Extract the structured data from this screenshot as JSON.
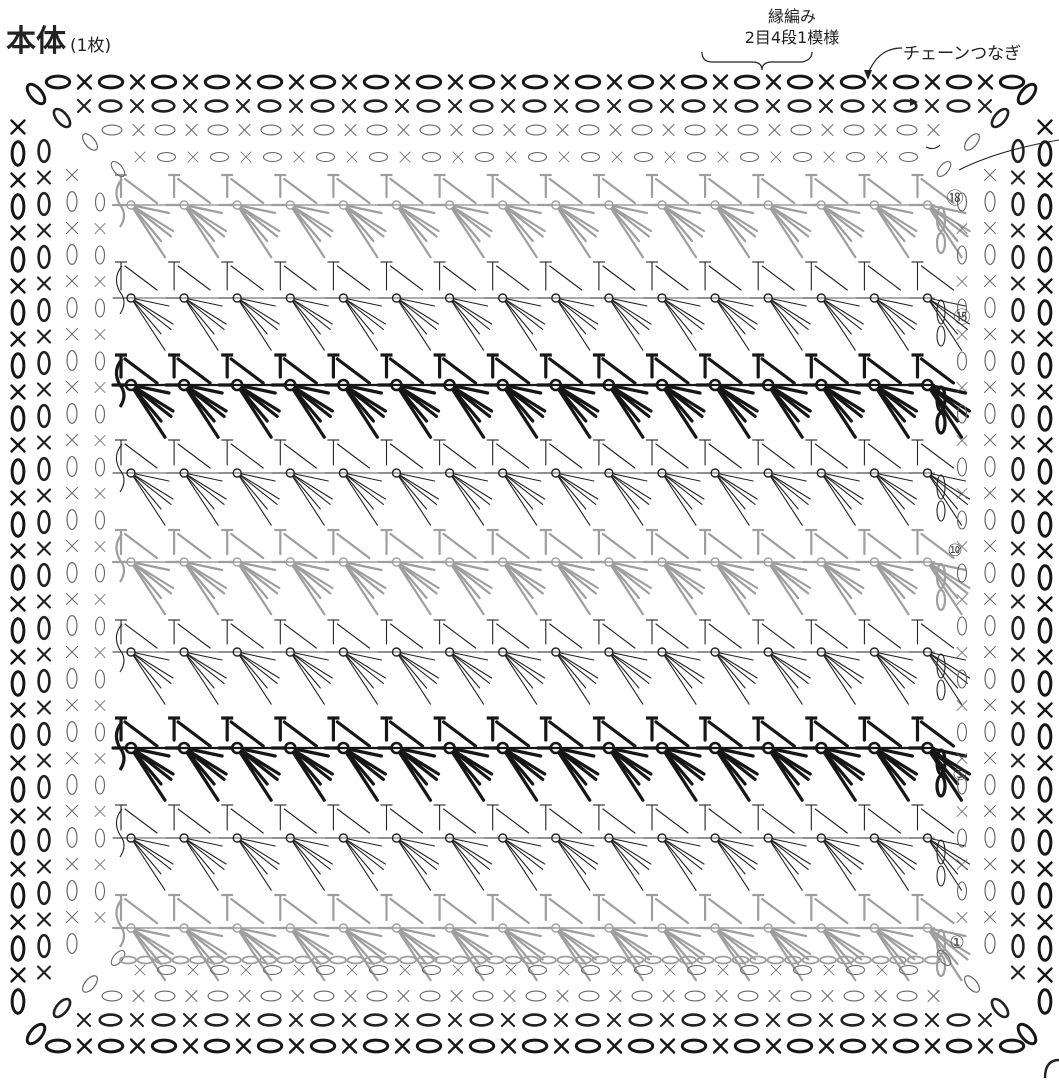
{
  "title": {
    "main": "本体",
    "sub": "(1枚)"
  },
  "annotations": {
    "edging_line1": "縁編み",
    "edging_line2": "2目4段1模様",
    "chain_join": "チェーンつなぎ"
  },
  "row_markers": [
    "⑱",
    "⑮",
    "⑩",
    "⑤",
    "①"
  ],
  "colors": {
    "ink": "#222222",
    "gray": "#9e9e9e",
    "dark": "#161616",
    "mid": "#666666"
  },
  "symbols": {
    "sc": "×",
    "chain": "oval",
    "dc": "post",
    "fan": "fan-cluster"
  }
}
